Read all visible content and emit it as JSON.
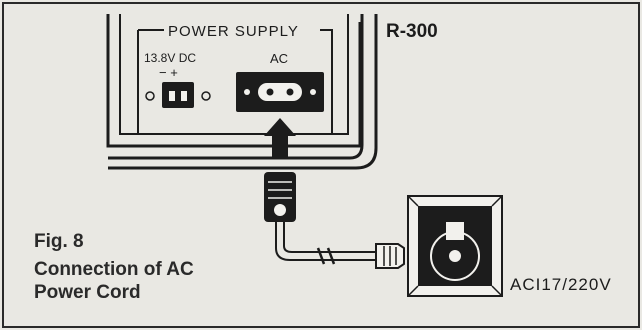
{
  "header": {
    "text": ""
  },
  "panel": {
    "title": "POWER SUPPLY",
    "model": "R-300",
    "dc_label": "13.8V DC",
    "dc_polarity": "−  +",
    "ac_label": "AC"
  },
  "outlet": {
    "label": "ACI17/220V"
  },
  "caption": {
    "figure": "Fig. 8",
    "line1": "Connection of AC",
    "line2": "Power Cord"
  },
  "colors": {
    "ink": "#1c1c1c",
    "paper": "#e9e8e3",
    "panel_fill": "#f2f1ed"
  }
}
